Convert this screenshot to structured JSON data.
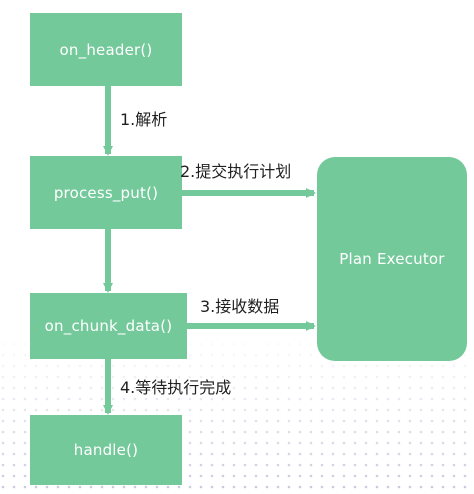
{
  "nodes": {
    "on_header": "on_header()",
    "process_put": "process_put()",
    "on_chunk_data": "on_chunk_data()",
    "handle": "handle()",
    "plan_executor": "Plan Executor"
  },
  "edges": {
    "step1": "1.解析",
    "step2": "2.提交执行计划",
    "step3": "3.接收数据",
    "step4": "4.等待执行完成"
  },
  "colors": {
    "node_fill": "#74c99b",
    "node_text": "#ffffff",
    "label_text": "#1f1f1f",
    "background_dots": "#c9c9dd"
  }
}
